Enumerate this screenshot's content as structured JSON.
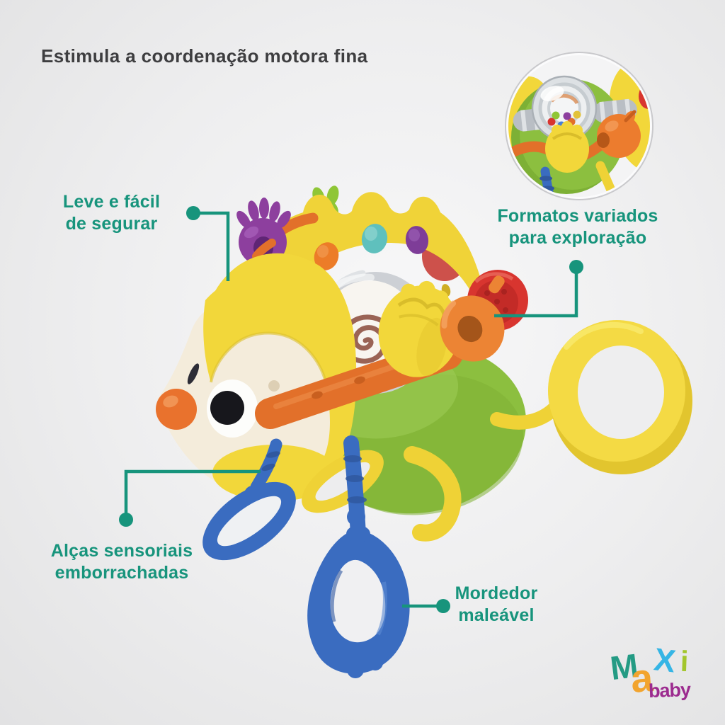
{
  "title": {
    "text": "Estimula a coordenação motora fina",
    "color": "#3E3E40"
  },
  "accent": {
    "teal": "#17947C"
  },
  "background": {
    "highlight": "#F8F8F9",
    "base": "#EDEDEE",
    "edge": "#E2E2E3"
  },
  "callouts": {
    "grip": {
      "label": "Leve e fácil\nde segurar"
    },
    "shapes": {
      "label": "Formatos variados\npara exploração"
    },
    "handles": {
      "label": "Alças sensoriais\nemborrachadas"
    },
    "teether": {
      "label": "Mordedor\nmaleável"
    }
  },
  "logo": {
    "letters": {
      "m": "M",
      "a": "a",
      "x": "X",
      "i": "i"
    },
    "sub": "baby",
    "colors": {
      "m": "#249B84",
      "a": "#F2A42E",
      "x": "#35B5E5",
      "i": "#A3C62C",
      "baby": "#9C2B8F"
    }
  },
  "toy_palette": {
    "yellow": "#F2D73A",
    "green": "#8CBF3F",
    "orange": "#EC7C2E",
    "blue": "#3A6CC0",
    "purple": "#8D3F9E",
    "red": "#D8352F",
    "cream": "#F4ECDB",
    "teal_button": "#5FC0BD",
    "silver": "#B9BEC4",
    "spiral": "#8A4A3A"
  }
}
